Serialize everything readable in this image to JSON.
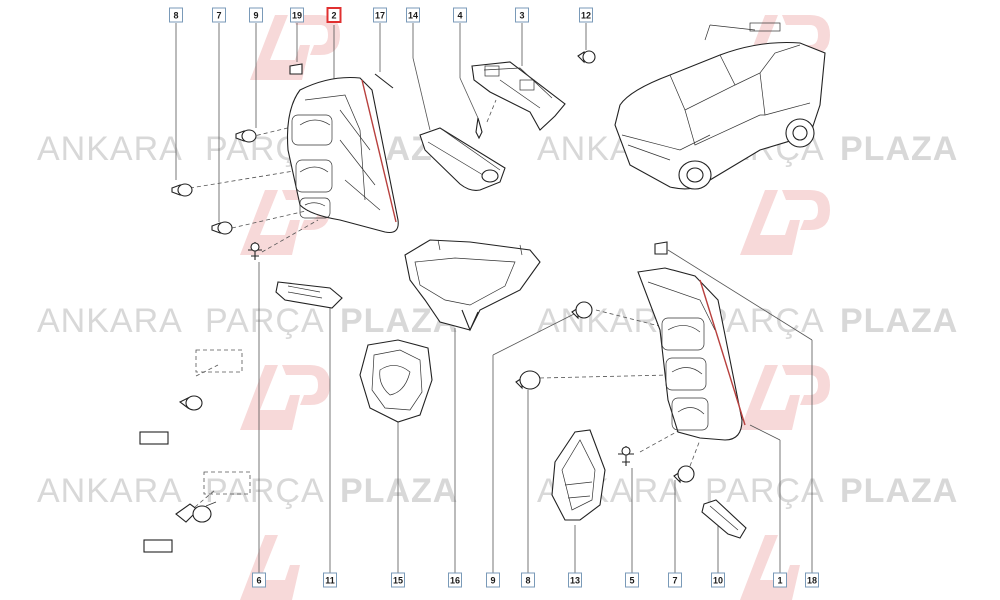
{
  "watermark": {
    "brand_name": "ANKARA",
    "brand_mid": "PARÇA",
    "brand_end": "PLAZA",
    "logo_letters": "AP"
  },
  "colors": {
    "watermark_text": "#d8d8d8",
    "logo": "#f4c8c8",
    "highlight_box": "#e03030",
    "callout_box": "#7a9ab8",
    "lamp_edge": "#b8403e"
  },
  "callouts": {
    "top": [
      "8",
      "7",
      "9",
      "19",
      "2",
      "17",
      "14",
      "4",
      "3",
      "12"
    ],
    "bottom": [
      "6",
      "11",
      "15",
      "16",
      "9",
      "8",
      "13",
      "5",
      "7",
      "10",
      "1",
      "18"
    ],
    "highlighted": "2"
  },
  "icons": [
    "bulb-icon",
    "lamp-housing-icon",
    "car-icon",
    "clip-icon",
    "logo-icon"
  ]
}
